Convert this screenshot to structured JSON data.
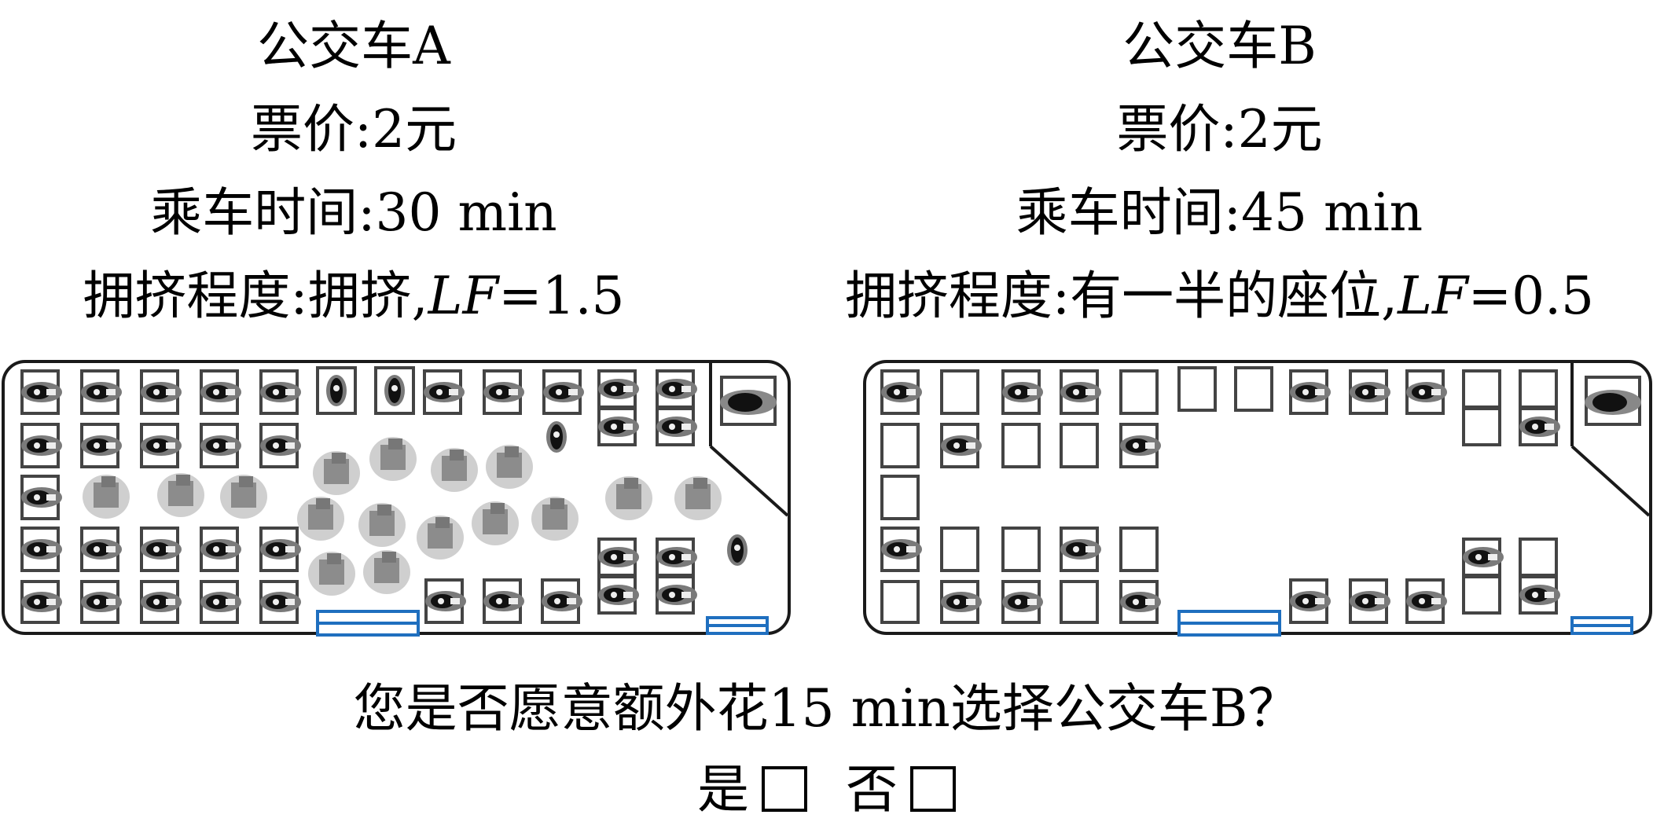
{
  "bus_a": {
    "name": "公交车A",
    "fare": "票价:2元",
    "time": "乘车时间:30 min",
    "crowd_prefix": "拥挤程度:拥挤,",
    "lf_symbol": "LF",
    "lf_value": "=1.5"
  },
  "bus_b": {
    "name": "公交车B",
    "fare": "票价:2元",
    "time": "乘车时间:45 min",
    "crowd_prefix": "拥挤程度:有一半的座位,",
    "lf_symbol": "LF",
    "lf_value": "=0.5"
  },
  "question": "您是否愿意额外花15 min选择公交车B？",
  "options": {
    "yes": "是",
    "no": "否"
  },
  "colors": {
    "outline": "#1a1a1a",
    "seat": "#444444",
    "door": "#1f6fbf",
    "standing": "#8c8c8c",
    "halo": "#cfcfcf",
    "passenger": "#111111"
  }
}
